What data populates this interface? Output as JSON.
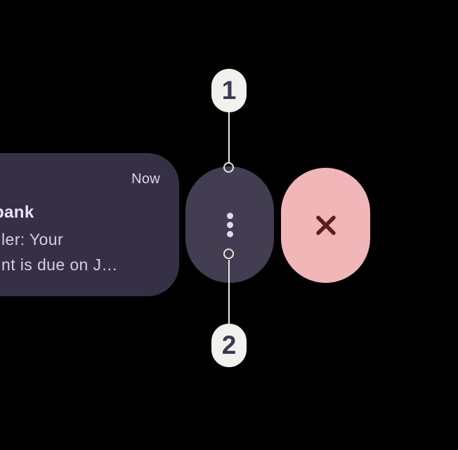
{
  "scene": {
    "description": "notification swipe actions tutorial overlay",
    "background_color": "#000000"
  },
  "notification_card": {
    "timestamp": "Now",
    "title_fragment": "bank",
    "body_fragments": [
      "ler: Your",
      "nt is due on J…"
    ],
    "card_color": "#353046",
    "title_color": "#ebe3f3",
    "body_color": "#d8cee6",
    "timestamp_color": "#ddd4ec"
  },
  "swipe_actions": {
    "menu_button": {
      "icon": "vertical-ellipsis-icon",
      "background_color": "#433d52",
      "dot_color": "#e6d7ef"
    },
    "dismiss_button": {
      "icon": "close-x-icon",
      "background_color": "#f1b6b8",
      "icon_color": "#5e1c20"
    }
  },
  "callouts": {
    "badge_background": "#f2f1ee",
    "badge_text_color": "#3c3852",
    "connector_color": "#eceadf",
    "items": [
      {
        "label": "1"
      },
      {
        "label": "2"
      }
    ]
  }
}
